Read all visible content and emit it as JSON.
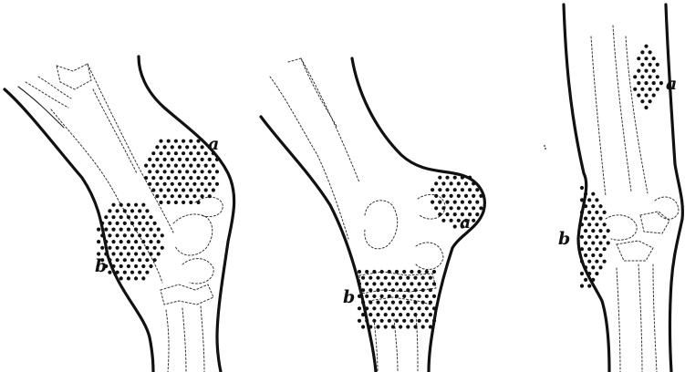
{
  "figures": [
    {
      "id": "left",
      "labels": {
        "a": "a",
        "b": "b"
      }
    },
    {
      "id": "middle",
      "labels": {
        "a": "a",
        "b": "b"
      }
    },
    {
      "id": "right",
      "labels": {
        "a": "a",
        "b": "b"
      }
    }
  ]
}
